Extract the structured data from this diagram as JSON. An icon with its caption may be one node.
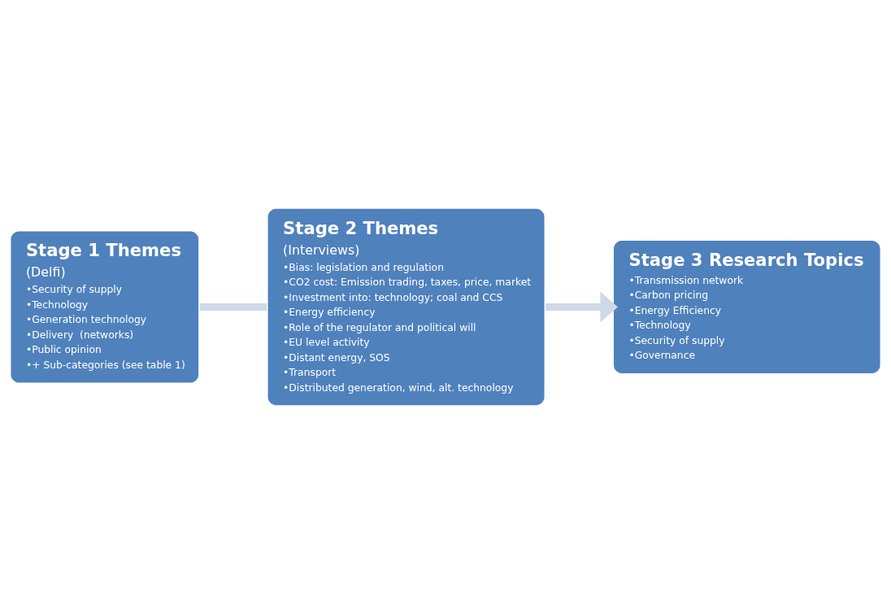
{
  "diagram": {
    "nodes": [
      {
        "text": [
          "Stage 1 Themes",
          "(Delfi)",
          "•Security of supply",
          "•Technology",
          "•Generation technology",
          "•Delivery  (networks)",
          "•Public opinion",
          "•+ Sub-categories (see table 1)"
        ]
      },
      {
        "text": [
          "Stage 2 Themes",
          "(Interviews)",
          "•Bias: legislation and regulation",
          "•CO2 cost: Emission trading, taxes, price, market",
          "•Investment into: technology; coal and CCS",
          "•Energy efficiency",
          "•Role of the regulator and political will",
          "•EU level activity",
          "•Distant energy, SOS",
          "•Transport",
          "•Distributed generation, wind, alt. technology"
        ]
      },
      {
        "text": [
          "Stage 3 Research Topics",
          "•Transmission network",
          "•Carbon pricing",
          "•Energy Efficiency",
          "•Technology",
          "•Security of supply",
          "•Governance"
        ]
      }
    ],
    "edges": [
      {
        "from": 0,
        "to": 1,
        "arrow": "none"
      },
      {
        "from": 1,
        "to": 2,
        "arrow": "to"
      }
    ]
  }
}
